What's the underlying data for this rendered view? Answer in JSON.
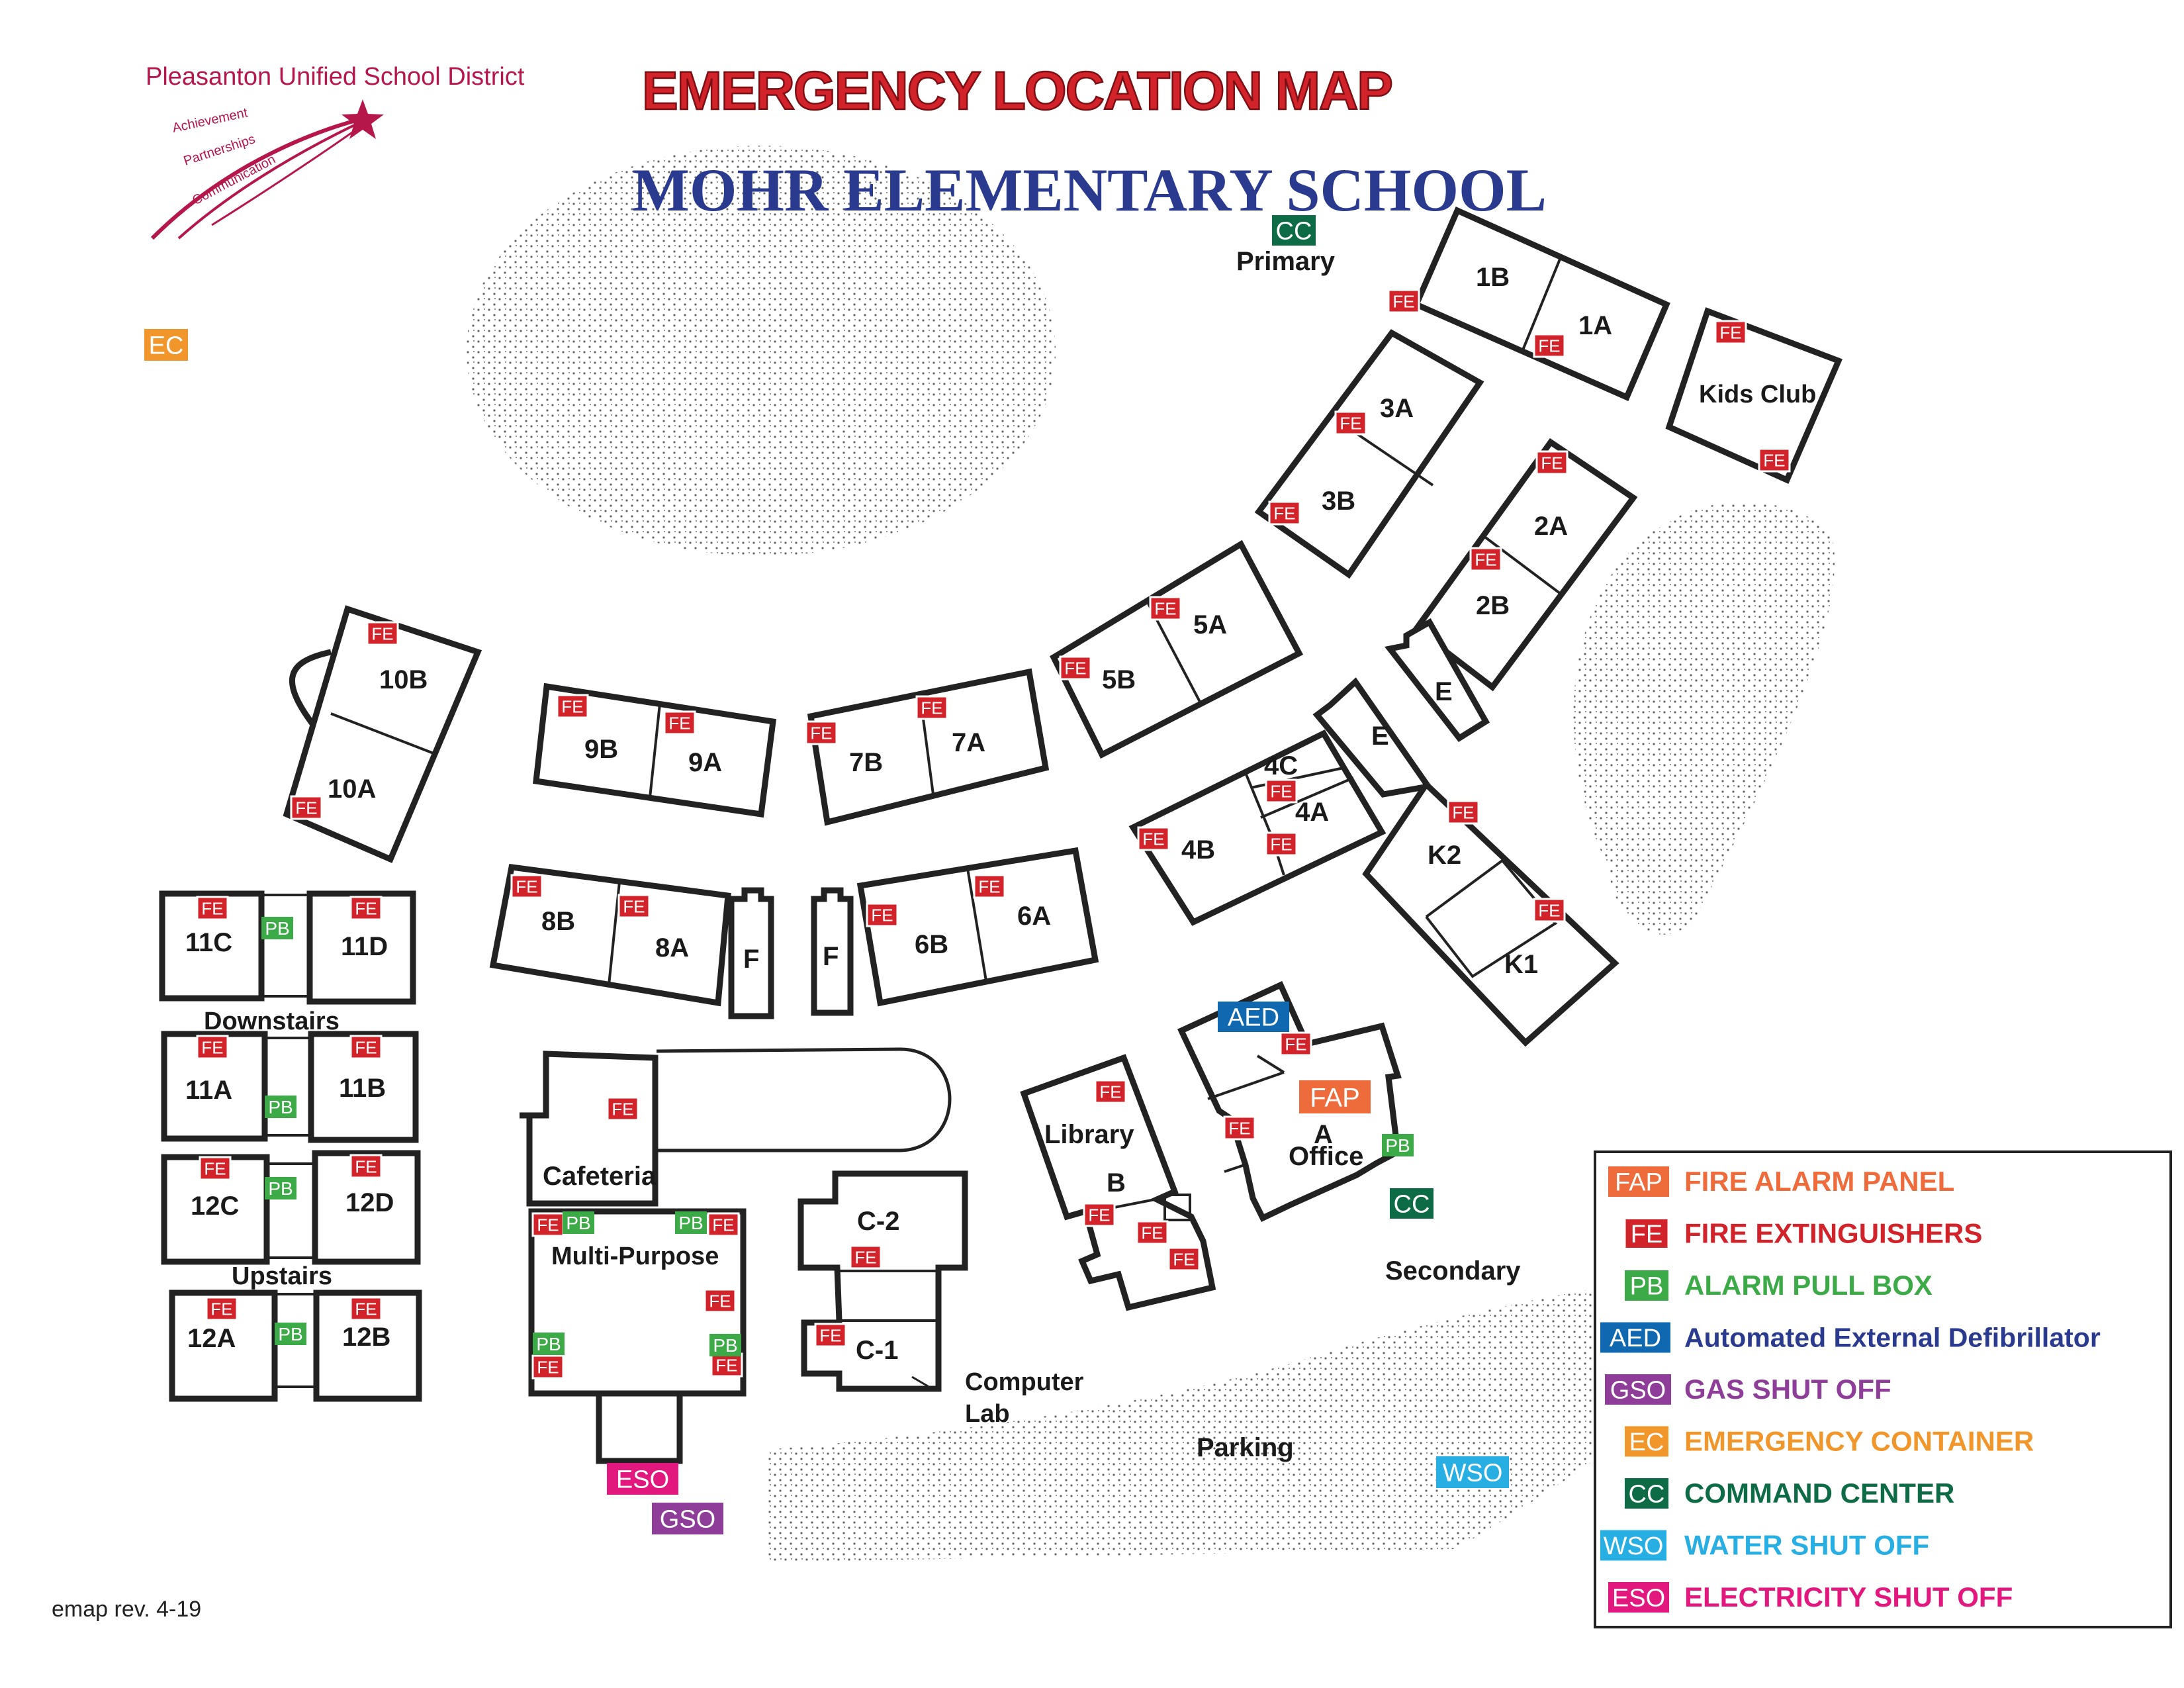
{
  "header": {
    "district": "Pleasanton Unified School District",
    "tagline": [
      "Achievement",
      "Partnerships",
      "Communication"
    ],
    "title": "EMERGENCY LOCATION MAP",
    "school": "MOHR ELEMENTARY SCHOOL"
  },
  "colors": {
    "FAP": "#ee6b3b",
    "FE": "#d2232a",
    "PB": "#3daa48",
    "AED": "#0f68b0",
    "GSO": "#8e3e98",
    "EC": "#f1962a",
    "CC": "#0d6b45",
    "WSO": "#27aee2",
    "ESO": "#e2187f",
    "AED_text": "#2a3b8f",
    "title_red": "#d2232a",
    "title_blue": "#2a3b8f"
  },
  "legend": [
    {
      "code": "FAP",
      "label": "FIRE ALARM PANEL"
    },
    {
      "code": "FE",
      "label": "FIRE EXTINGUISHERS"
    },
    {
      "code": "PB",
      "label": "ALARM PULL BOX"
    },
    {
      "code": "AED",
      "label": "Automated External Defibrillator"
    },
    {
      "code": "GSO",
      "label": "GAS SHUT OFF"
    },
    {
      "code": "EC",
      "label": "EMERGENCY CONTAINER"
    },
    {
      "code": "CC",
      "label": "COMMAND CENTER"
    },
    {
      "code": "WSO",
      "label": "WATER SHUT OFF"
    },
    {
      "code": "ESO",
      "label": "ELECTRICITY SHUT OFF"
    }
  ],
  "rooms": {
    "r1B": "1B",
    "r1A": "1A",
    "kids": "Kids Club",
    "r3A": "3A",
    "r3B": "3B",
    "r2A": "2A",
    "r2B": "2B",
    "r5A": "5A",
    "r5B": "5B",
    "rE1": "E",
    "rE2": "E",
    "r4C": "4C",
    "r4A": "4A",
    "r4B": "4B",
    "rK2": "K2",
    "rK1": "K1",
    "r10B": "10B",
    "r10A": "10A",
    "r9B": "9B",
    "r9A": "9A",
    "r7B": "7B",
    "r7A": "7A",
    "r8B": "8B",
    "r8A": "8A",
    "rF1": "F",
    "rF2": "F",
    "r6B": "6B",
    "r6A": "6A",
    "r11C": "11C",
    "r11D": "11D",
    "r11A": "11A",
    "r11B": "11B",
    "r12C": "12C",
    "r12D": "12D",
    "r12A": "12A",
    "r12B": "12B",
    "downstairs": "Downstairs",
    "upstairs": "Upstairs",
    "cafeteria": "Cafeteria",
    "multipurpose": "Multi-Purpose",
    "c2": "C-2",
    "c1": "C-1",
    "computer1": "Computer",
    "computer2": "Lab",
    "library": "Library",
    "libB": "B",
    "officeA": "A",
    "office": "Office",
    "primary": "Primary",
    "secondary": "Secondary",
    "parking": "Parking"
  },
  "footer": "emap rev. 4-19"
}
